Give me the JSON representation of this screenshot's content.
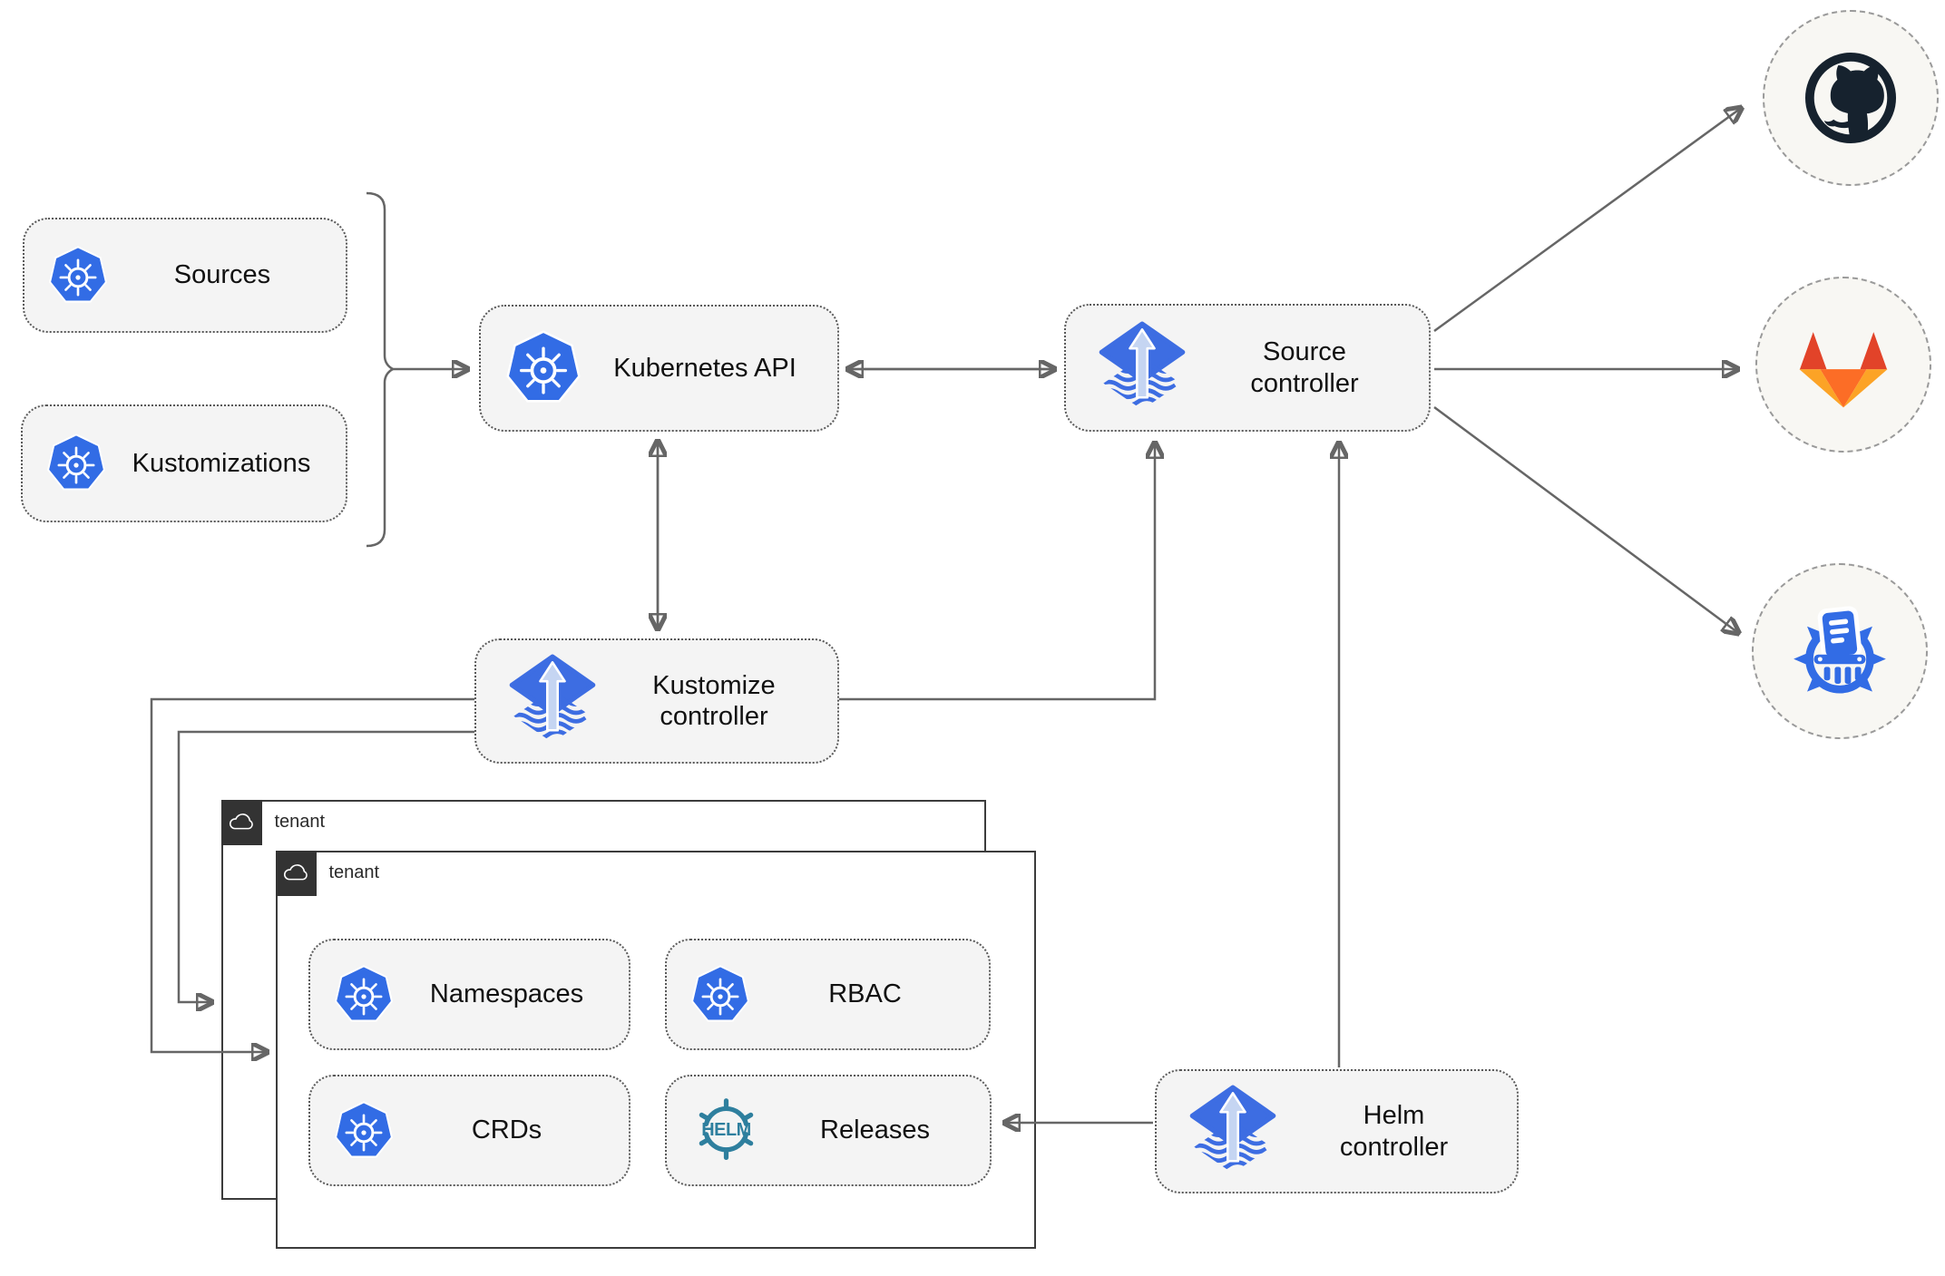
{
  "nodes": {
    "sources": {
      "label": "Sources"
    },
    "kustomizations": {
      "label": "Kustomizations"
    },
    "kubernetes_api": {
      "label": "Kubernetes API"
    },
    "source_controller": {
      "label": "Source\ncontroller"
    },
    "kustomize_controller": {
      "label": "Kustomize\ncontroller"
    },
    "helm_controller": {
      "label": "Helm\ncontroller"
    },
    "namespaces": {
      "label": "Namespaces"
    },
    "rbac": {
      "label": "RBAC"
    },
    "crds": {
      "label": "CRDs"
    },
    "releases": {
      "label": "Releases"
    }
  },
  "helm_logo_text": "HELM",
  "tenants": {
    "back": {
      "label": "tenant"
    },
    "front": {
      "label": "tenant"
    }
  },
  "endpoints": [
    {
      "id": "github",
      "icon": "github-icon"
    },
    {
      "id": "gitlab",
      "icon": "gitlab-icon"
    },
    {
      "id": "manifests",
      "icon": "kubernetes-manifests-icon"
    }
  ],
  "edges": [
    {
      "from": "sources+kustomizations",
      "to": "kubernetes_api",
      "type": "arrow"
    },
    {
      "from": "kubernetes_api",
      "to": "source_controller",
      "type": "double-arrow"
    },
    {
      "from": "kubernetes_api",
      "to": "kustomize_controller",
      "type": "double-arrow"
    },
    {
      "from": "kustomize_controller",
      "to": "source_controller",
      "type": "arrow"
    },
    {
      "from": "helm_controller",
      "to": "source_controller",
      "type": "arrow"
    },
    {
      "from": "kustomize_controller",
      "to": "tenant_front",
      "type": "arrow"
    },
    {
      "from": "kustomize_controller",
      "to": "tenant_back",
      "type": "arrow"
    },
    {
      "from": "helm_controller",
      "to": "releases",
      "type": "arrow"
    },
    {
      "from": "source_controller",
      "to": "github",
      "type": "arrow"
    },
    {
      "from": "source_controller",
      "to": "gitlab",
      "type": "arrow"
    },
    {
      "from": "source_controller",
      "to": "manifests",
      "type": "arrow"
    }
  ],
  "colors": {
    "kubernetes_blue": "#326CE5",
    "flux_blue": "#3d6de2",
    "flux_arrow_light": "#c5d5f2",
    "helm_teal": "#2e7f9e",
    "github_dark": "#16222e",
    "gitlab_red": "#e24329",
    "gitlab_orange": "#fc6d26",
    "gitlab_yellow": "#fca326",
    "arrow_gray": "#666666",
    "node_fill": "#f4f4f4",
    "node_border": "#595959",
    "tenant_border": "#3c3c3c",
    "tab_fill": "#333333",
    "endpoint_fill": "#f8f7f3",
    "endpoint_border": "#9a9a9a",
    "label_color": "#111111"
  }
}
